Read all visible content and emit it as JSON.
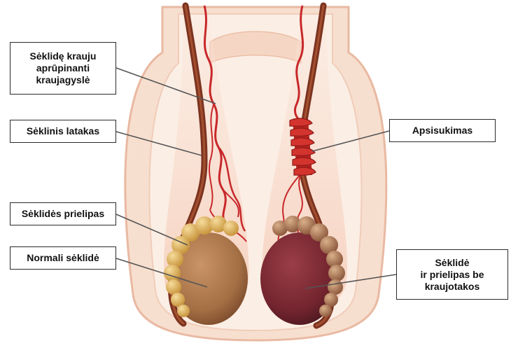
{
  "labels": {
    "testicular_artery": "Sėklidę krauju\naprūpinanti\nkraujagyslė",
    "vas_deferens": "Sėklinis latakas",
    "epididymis": "Sėklidės prielipas",
    "normal_testis": "Normali sėklidė",
    "torsion": "Apsisukimas",
    "ischemic_testis": "Sėklidė\nir prielipas be\nkraujotakos"
  },
  "colors": {
    "scrotum_fill": "#f6dccb",
    "scrotum_outline": "#e8b8a0",
    "vessel_red": "#c8282a",
    "duct_brown": "#8a3a22",
    "epididymis_yellow": "#e7c27a",
    "normal_testis": "#b07a4c",
    "ischemic_testis": "#7a2a34",
    "leader_line": "#555555"
  }
}
